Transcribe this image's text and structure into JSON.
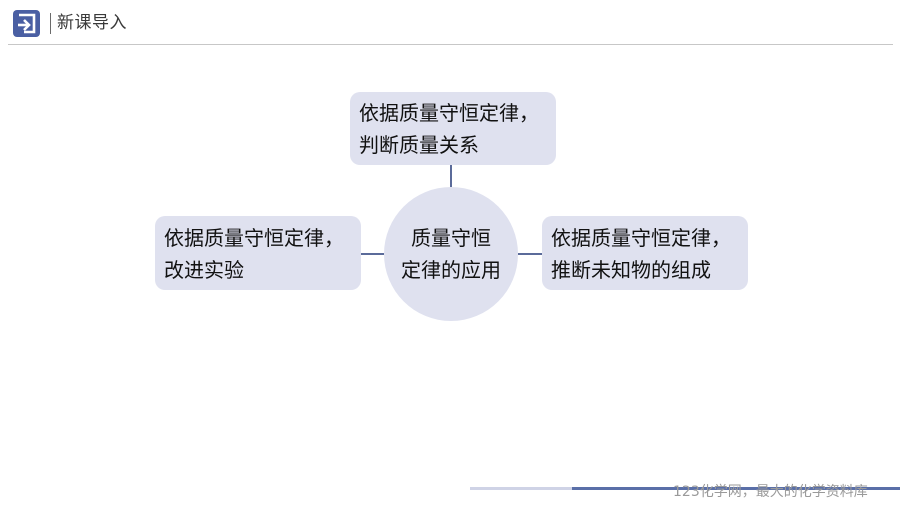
{
  "header": {
    "logo_icon": "return-arrow-icon",
    "title": "新课导入"
  },
  "diagram": {
    "center": {
      "line1": "质量守恒",
      "line2": "定律的应用"
    },
    "top": {
      "line1": "依据质量守恒定律，",
      "line2": "判断质量关系"
    },
    "left": {
      "line1": "依据质量守恒定律，",
      "line2": "改进实验"
    },
    "right": {
      "line1": "依据质量守恒定律，",
      "line2": "推断未知物的组成"
    }
  },
  "footer": {
    "watermark": "123化学网，最大的化学资料库"
  },
  "colors": {
    "node_fill": "#dfe1ef",
    "connector": "#5b6b9a",
    "logo": "#4a5fa3"
  }
}
